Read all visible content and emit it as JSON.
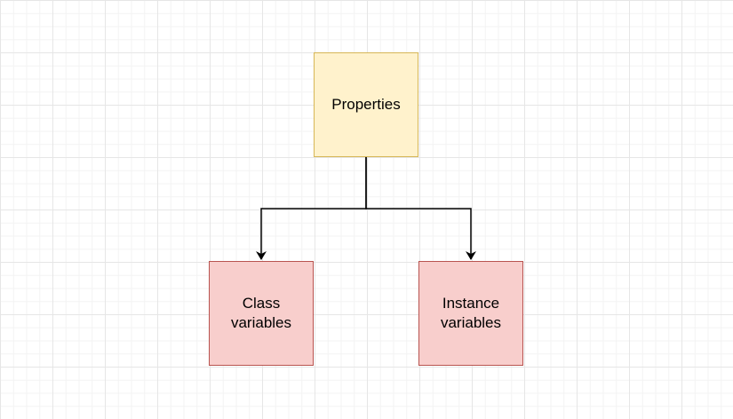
{
  "diagram": {
    "type": "tree",
    "nodes": [
      {
        "id": "properties",
        "label": "Properties",
        "fill": "#fff2cc",
        "stroke": "#d6b656"
      },
      {
        "id": "class_variables",
        "label": "Class\nvariables",
        "fill": "#f8cecc",
        "stroke": "#b85450"
      },
      {
        "id": "instance_variables",
        "label": "Instance\nvariables",
        "fill": "#f8cecc",
        "stroke": "#b85450"
      }
    ],
    "edges": [
      {
        "from": "properties",
        "to": "class_variables"
      },
      {
        "from": "properties",
        "to": "instance_variables"
      }
    ],
    "edge_color": "#000000"
  }
}
